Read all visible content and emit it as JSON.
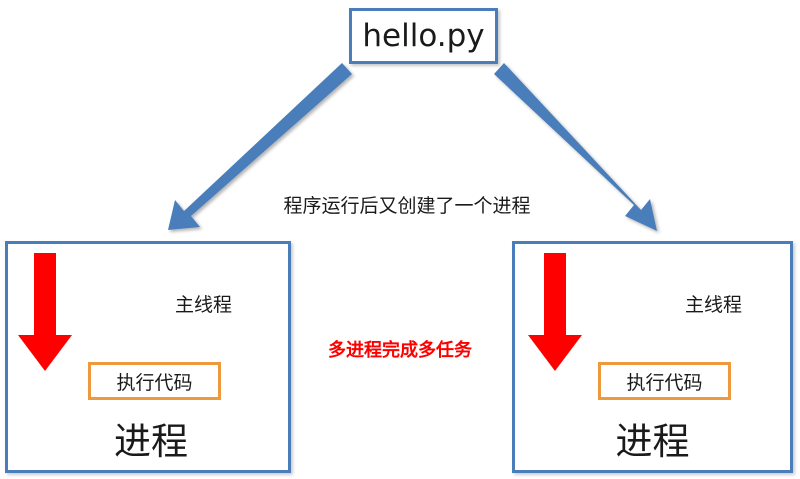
{
  "diagram": {
    "title_box": {
      "label": "hello.py",
      "border_color": "#4A7EBB"
    },
    "caption": "程序运行后又创建了一个进程",
    "center_note": {
      "text": "多进程完成多任务",
      "color": "#FF0000"
    },
    "arrows": {
      "fork_arrow_color": "#4A7EBB",
      "execution_arrow_color": "#FF0000",
      "fork_left_name": "fork-arrow-left",
      "fork_right_name": "fork-arrow-right"
    },
    "processes": [
      {
        "thread_label": "主线程",
        "code_label": "执行代码",
        "title": "进程",
        "border_color": "#4A7EBB",
        "code_border_color": "#EE9A3C"
      },
      {
        "thread_label": "主线程",
        "code_label": "执行代码",
        "title": "进程",
        "border_color": "#4A7EBB",
        "code_border_color": "#EE9A3C"
      }
    ]
  }
}
